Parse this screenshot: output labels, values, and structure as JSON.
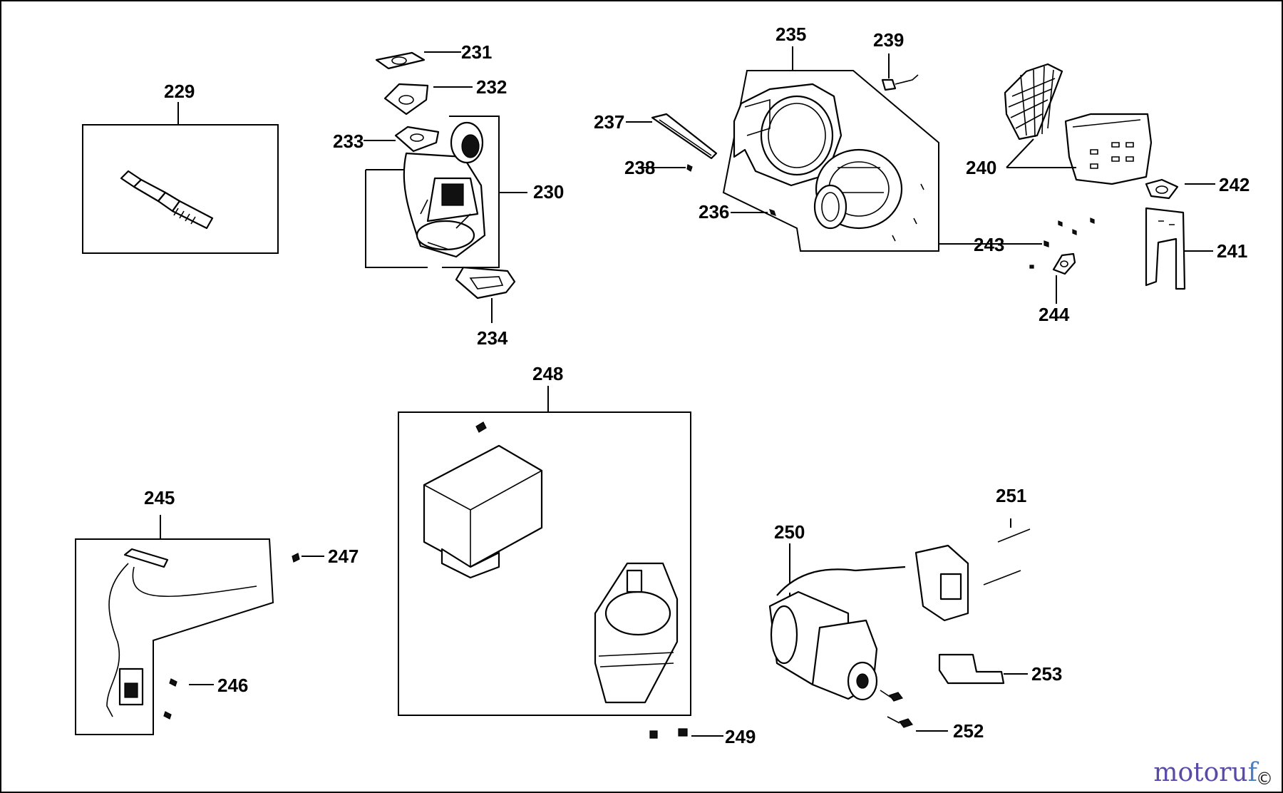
{
  "diagram": {
    "callouts": [
      "229",
      "230",
      "231",
      "232",
      "233",
      "234",
      "235",
      "236",
      "237",
      "238",
      "239",
      "240",
      "241",
      "242",
      "243",
      "244",
      "245",
      "246",
      "247",
      "248",
      "249",
      "250",
      "251",
      "252",
      "253"
    ]
  },
  "watermark": {
    "text_main": "motoru",
    "text_accent": "f",
    "copyright": "©"
  }
}
